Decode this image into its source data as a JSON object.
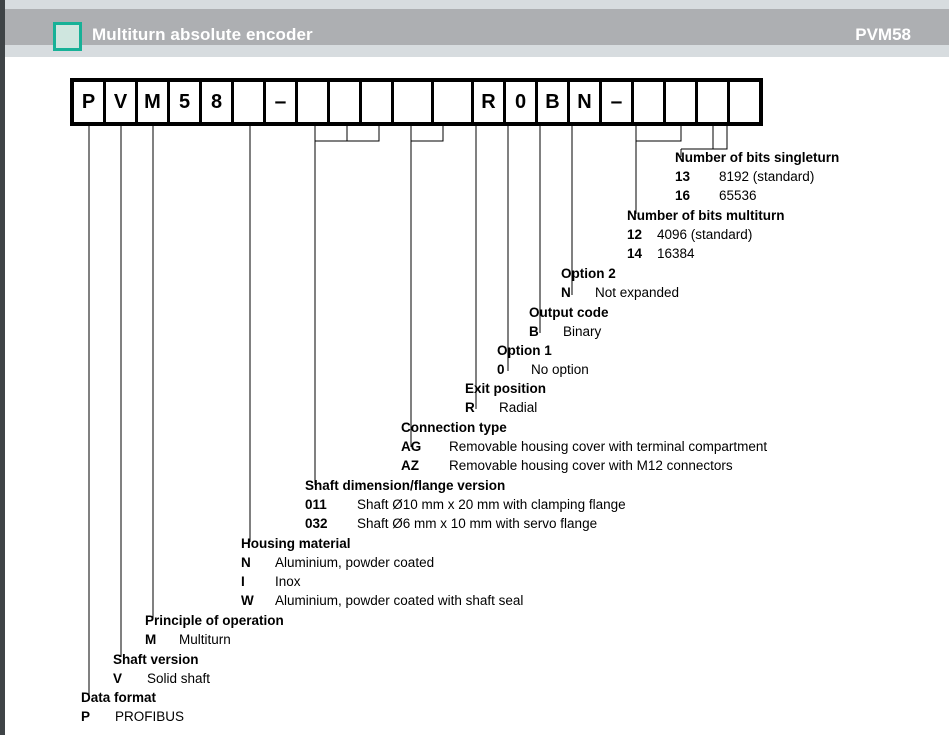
{
  "header": {
    "title": "Multiturn absolute encoder",
    "model": "PVM58",
    "icon": "square-swatch-icon",
    "band_color": "#adafb2",
    "accent_color": "#17b197",
    "swatch_fill": "#cfe6df",
    "title_color": "#ffffff"
  },
  "order_code": {
    "cells": [
      {
        "value": "P",
        "wide": false
      },
      {
        "value": "V",
        "wide": false
      },
      {
        "value": "M",
        "wide": false
      },
      {
        "value": "5",
        "wide": false
      },
      {
        "value": "8",
        "wide": false
      },
      {
        "value": "",
        "wide": false
      },
      {
        "value": "–",
        "wide": false
      },
      {
        "value": "",
        "wide": false
      },
      {
        "value": "",
        "wide": false
      },
      {
        "value": "",
        "wide": false
      },
      {
        "value": "",
        "wide": true
      },
      {
        "value": "",
        "wide": true
      },
      {
        "value": "R",
        "wide": false
      },
      {
        "value": "0",
        "wide": false
      },
      {
        "value": "B",
        "wide": false
      },
      {
        "value": "N",
        "wide": false
      },
      {
        "value": "–",
        "wide": false
      },
      {
        "value": "",
        "wide": false
      },
      {
        "value": "",
        "wide": false
      },
      {
        "value": "",
        "wide": false
      },
      {
        "value": "",
        "wide": false
      }
    ]
  },
  "sections": [
    {
      "id": "number-of-bits-singleturn",
      "heading": "Number of bits singleturn",
      "options": [
        {
          "code": "13",
          "desc": "8192 (standard)"
        },
        {
          "code": "16",
          "desc": "65536"
        }
      ]
    },
    {
      "id": "number-of-bits-multiturn",
      "heading": "Number of bits multiturn",
      "options": [
        {
          "code": "12",
          "desc": "4096 (standard)"
        },
        {
          "code": "14",
          "desc": "16384"
        }
      ]
    },
    {
      "id": "option-2",
      "heading": "Option 2",
      "options": [
        {
          "code": "N",
          "desc": "Not expanded"
        }
      ]
    },
    {
      "id": "output-code",
      "heading": "Output code",
      "options": [
        {
          "code": "B",
          "desc": "Binary"
        }
      ]
    },
    {
      "id": "option-1",
      "heading": "Option 1",
      "options": [
        {
          "code": "0",
          "desc": "No option"
        }
      ]
    },
    {
      "id": "exit-position",
      "heading": "Exit position",
      "options": [
        {
          "code": "R",
          "desc": "Radial"
        }
      ]
    },
    {
      "id": "connection-type",
      "heading": "Connection type",
      "options": [
        {
          "code": "AG",
          "desc": "Removable housing cover with terminal compartment"
        },
        {
          "code": "AZ",
          "desc": "Removable housing cover with M12 connectors"
        }
      ]
    },
    {
      "id": "shaft-dimension-flange-version",
      "heading": "Shaft dimension/flange version",
      "options": [
        {
          "code": "011",
          "desc": "Shaft Ø10 mm x 20 mm with clamping flange"
        },
        {
          "code": "032",
          "desc": "Shaft Ø6 mm x 10 mm with servo flange"
        }
      ]
    },
    {
      "id": "housing-material",
      "heading": "Housing material",
      "options": [
        {
          "code": "N",
          "desc": "Aluminium, powder coated"
        },
        {
          "code": "I",
          "desc": "Inox"
        },
        {
          "code": "W",
          "desc": "Aluminium, powder coated with shaft seal"
        }
      ]
    },
    {
      "id": "principle-of-operation",
      "heading": "Principle of operation",
      "options": [
        {
          "code": "M",
          "desc": "Multiturn"
        }
      ]
    },
    {
      "id": "shaft-version",
      "heading": "Shaft version",
      "options": [
        {
          "code": "V",
          "desc": "Solid shaft"
        }
      ]
    },
    {
      "id": "data-format",
      "heading": "Data format",
      "options": [
        {
          "code": "P",
          "desc": "PROFIBUS"
        }
      ]
    }
  ]
}
